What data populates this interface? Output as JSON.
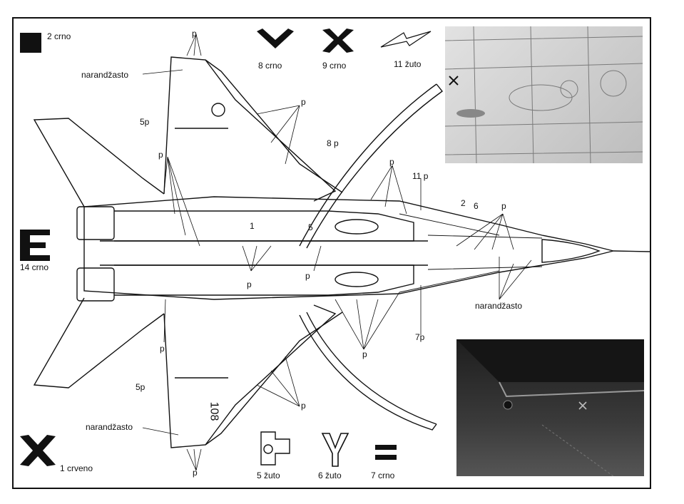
{
  "legend": {
    "swatch_black": "2 crno",
    "v_mark": "8  crno",
    "x_mark": "9 crno",
    "bolt_mark": "11 žuto",
    "e_mark": "14 crno",
    "x_red_mark": "1  crveno",
    "fuel_mark": "5 žuto",
    "y_mark": "6 žuto",
    "equals_mark": "7 crno"
  },
  "callouts": {
    "p": "p",
    "narandzasto": "narandžasto",
    "five_p": "5p",
    "eight_p": "8 p",
    "eleven_p": "11 p",
    "seven_p": "7p",
    "n1": "1",
    "n2": "2",
    "n5": "5",
    "n6": "6"
  },
  "aircraft": {
    "tail_number": "108"
  },
  "colors": {
    "ink": "#111111",
    "paper": "#ffffff",
    "photo_top": "#cfcfcf",
    "photo_bottom": "#2a2a2a"
  }
}
